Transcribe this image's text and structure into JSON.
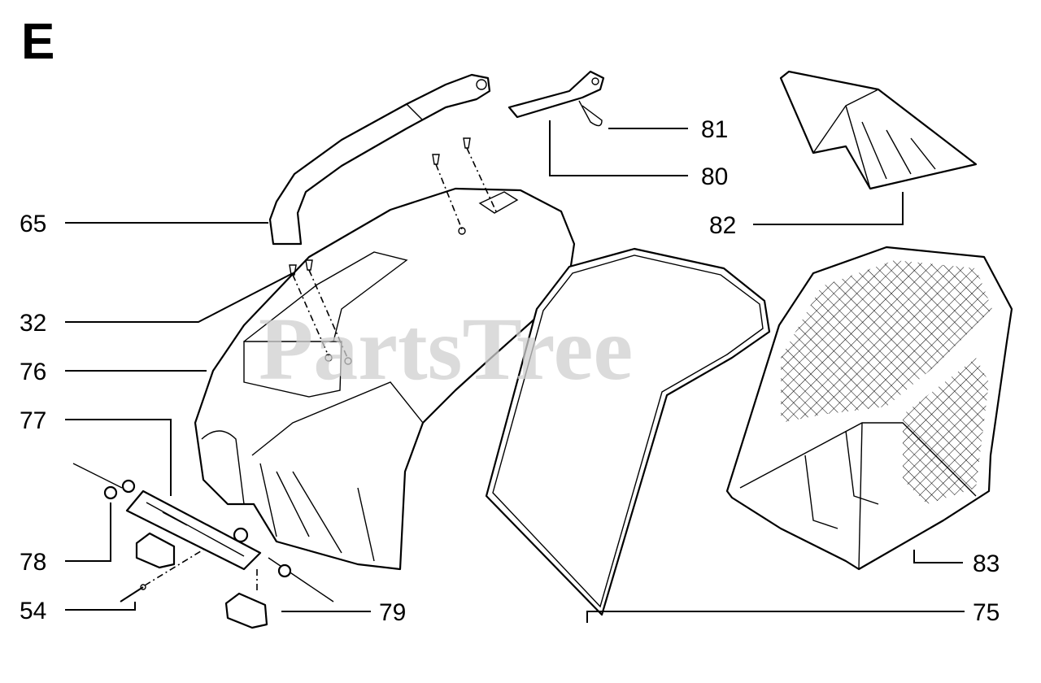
{
  "section_letter": "E",
  "watermark": "PartsTree",
  "callouts": {
    "p65": "65",
    "p32": "32",
    "p76": "76",
    "p77": "77",
    "p78": "78",
    "p54": "54",
    "p79": "79",
    "p81": "81",
    "p80": "80",
    "p82": "82",
    "p83": "83",
    "p75": "75"
  }
}
